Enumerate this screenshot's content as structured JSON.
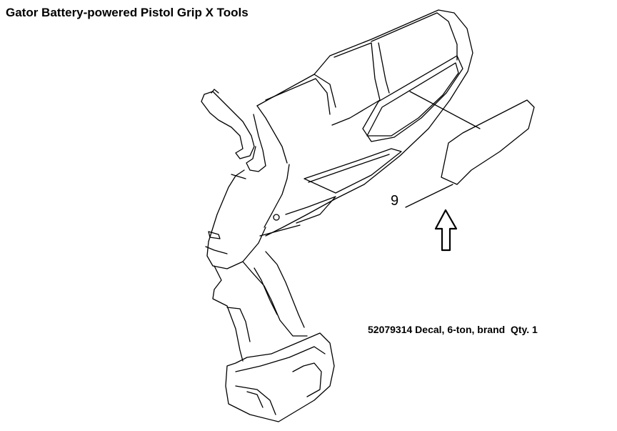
{
  "header": {
    "title": "Gator Battery-powered Pistol Grip X Tools"
  },
  "callout": {
    "number": "9"
  },
  "part": {
    "description": "52079314 Decal, 6-ton, brand  Qty. 1"
  },
  "icons": {
    "pointer": "up-arrow-icon",
    "drawing": "pistol-grip-tool-drawing"
  }
}
